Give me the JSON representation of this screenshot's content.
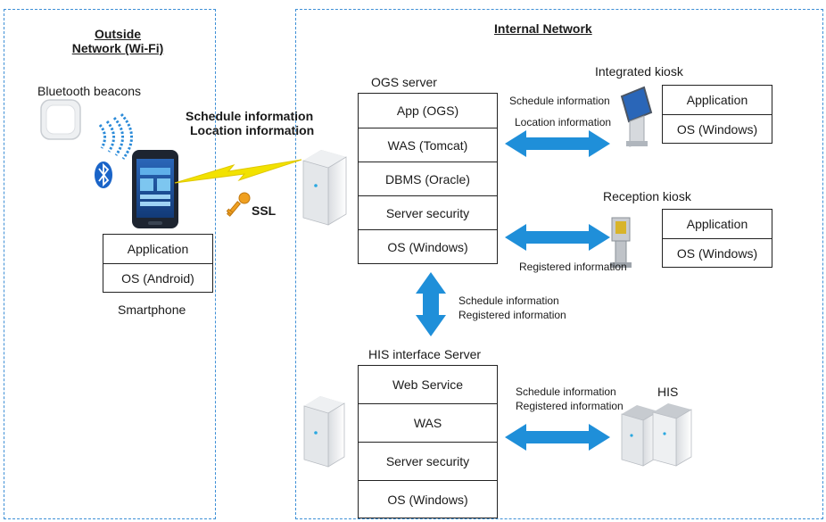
{
  "zones": {
    "outside": {
      "title_line1": "Outside",
      "title_line2": "Network (Wi-Fi)"
    },
    "internal": {
      "title": "Internal Network"
    }
  },
  "outside": {
    "beacons_label": "Bluetooth beacons",
    "link_line1": "Schedule information",
    "link_line2": "Location information",
    "ssl_label": "SSL",
    "smartphone_stack": [
      "Application",
      "OS (Android)"
    ],
    "smartphone_label": "Smartphone"
  },
  "ogs": {
    "title": "OGS server",
    "stack": [
      "App (OGS)",
      "WAS (Tomcat)",
      "DBMS (Oracle)",
      "Server security",
      "OS (Windows)"
    ]
  },
  "integrated_kiosk": {
    "title": "Integrated kiosk",
    "stack": [
      "Application",
      "OS (Windows)"
    ],
    "flow_line1": "Schedule information",
    "flow_line2": "Location information"
  },
  "reception_kiosk": {
    "title": "Reception kiosk",
    "stack": [
      "Application",
      "OS (Windows)"
    ],
    "flow_label": "Registered information"
  },
  "vertical_flow": {
    "line1": "Schedule information",
    "line2": "Registered information"
  },
  "his_interface": {
    "title": "HIS interface Server",
    "stack": [
      "Web Service",
      "WAS",
      "Server security",
      "OS (Windows)"
    ]
  },
  "his": {
    "title": "HIS",
    "flow_line1": "Schedule information",
    "flow_line2": "Registered information"
  },
  "colors": {
    "zone_border": "#3d8fd6",
    "arrow": "#1f8fd9",
    "ssl_bolt": "#f2e200",
    "key": "#f0a020"
  }
}
